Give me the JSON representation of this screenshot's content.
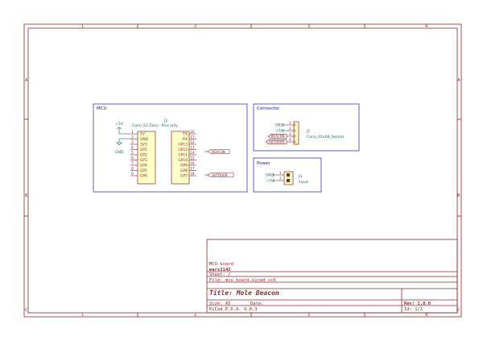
{
  "sheet": {
    "columns": [
      "1",
      "2",
      "3",
      "4"
    ],
    "rows": [
      "A",
      "B",
      "C"
    ]
  },
  "mcu": {
    "title": "MCU",
    "ref": "J2",
    "value": "Conn_S3 Zero - Pins only",
    "power_label": "+5V",
    "gnd_label": "GND",
    "left_pins": [
      {
        "num": "1",
        "name": "5V"
      },
      {
        "num": "2",
        "name": "GND"
      },
      {
        "num": "3",
        "name": "3V3"
      },
      {
        "num": "4",
        "name": "GP1"
      },
      {
        "num": "5",
        "name": "GP2"
      },
      {
        "num": "6",
        "name": "GP3"
      },
      {
        "num": "7",
        "name": "GP4"
      },
      {
        "num": "8",
        "name": "GP5"
      },
      {
        "num": "9",
        "name": "GP6"
      }
    ],
    "right_pins": [
      {
        "num": "10",
        "name": "TX"
      },
      {
        "num": "11",
        "name": "RX"
      },
      {
        "num": "12",
        "name": "GP13"
      },
      {
        "num": "13",
        "name": "GP12"
      },
      {
        "num": "14",
        "name": "GP11"
      },
      {
        "num": "15",
        "name": "GP10"
      },
      {
        "num": "16",
        "name": "GP9"
      },
      {
        "num": "17",
        "name": "GP8"
      },
      {
        "num": "18",
        "name": "GP7"
      }
    ],
    "beacon_label": "BEACON",
    "outdoor_label": "OUTDOOR"
  },
  "connector": {
    "title": "Connector",
    "ref": "J1",
    "value": "Conn_01x04_Socket",
    "nets": [
      {
        "num": "1",
        "name": "GND"
      },
      {
        "num": "2",
        "name": "+5V"
      },
      {
        "num": "3",
        "name": "BEACON"
      },
      {
        "num": "4",
        "name": "OUTDOOR"
      }
    ]
  },
  "power": {
    "title": "Power",
    "ref": "J3",
    "value": "Input",
    "nets": [
      {
        "num": "1",
        "name": "GND"
      },
      {
        "num": "2",
        "name": "+5V"
      }
    ]
  },
  "titleblock": {
    "company": "MCU board",
    "author": "mars3142",
    "sheet": "Sheet: /",
    "file": "File: mcu_board.kicad_sch",
    "title": "Title: Mole Beacon",
    "size": "Size: A5",
    "date": "Date:",
    "rev": "Rev: 1.0.0",
    "tool": "KiCad E.D.A. 9.0.3",
    "id": "Id: 1/1"
  }
}
